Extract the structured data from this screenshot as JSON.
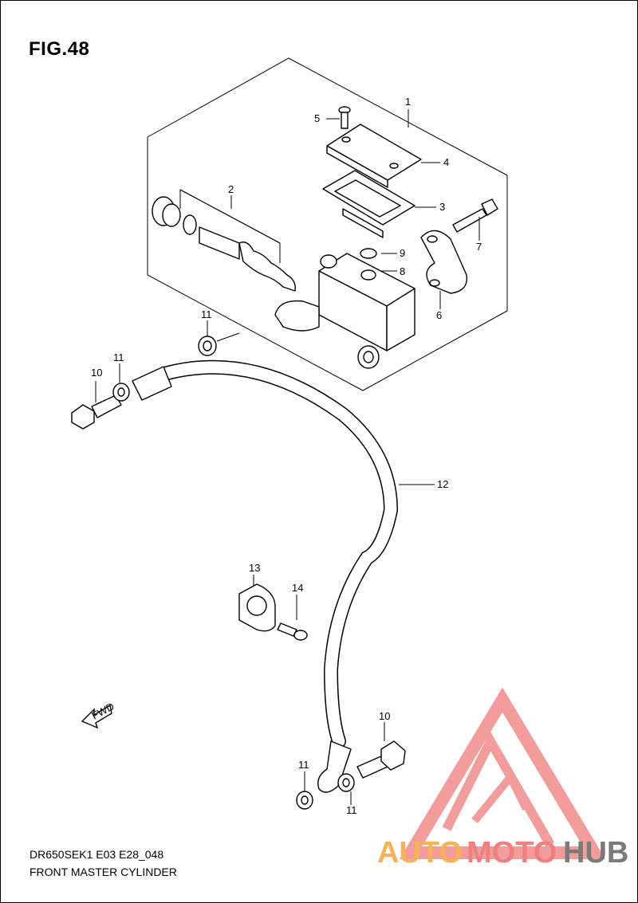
{
  "figure": {
    "title": "FIG.48",
    "model_code": "DR650SEK1 E03 E28_048",
    "name": "FRONT MASTER CYLINDER"
  },
  "callouts": {
    "c1": "1",
    "c2": "2",
    "c3": "3",
    "c4": "4",
    "c5": "5",
    "c6": "6",
    "c7": "7",
    "c8": "8",
    "c9": "9",
    "c10a": "10",
    "c10b": "10",
    "c11a": "11",
    "c11b": "11",
    "c11c": "11",
    "c11d": "11",
    "c12": "12",
    "c13": "13",
    "c14": "14"
  },
  "fwd_label": "FWD",
  "watermark": {
    "part1": "AUTO",
    "part2": "MOTO",
    "part3": "HUB",
    "color_orange": "#f5b25a",
    "color_red": "#f08080",
    "color_grey": "#7a7a7a"
  }
}
